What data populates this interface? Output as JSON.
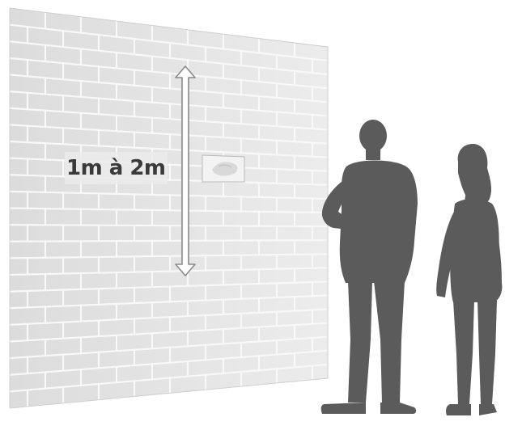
{
  "height_label": "1m à 2m",
  "colors": {
    "wall_face": "#e7e7e7",
    "mortar": "#f7f7f7",
    "silhouette": "#5b5b5b",
    "label_text": "#3a3a3a",
    "background": "#ffffff"
  },
  "icons": {
    "arrow": "double-headed-vertical-arrow",
    "figure_left": "man-silhouette",
    "figure_right": "woman-silhouette"
  }
}
